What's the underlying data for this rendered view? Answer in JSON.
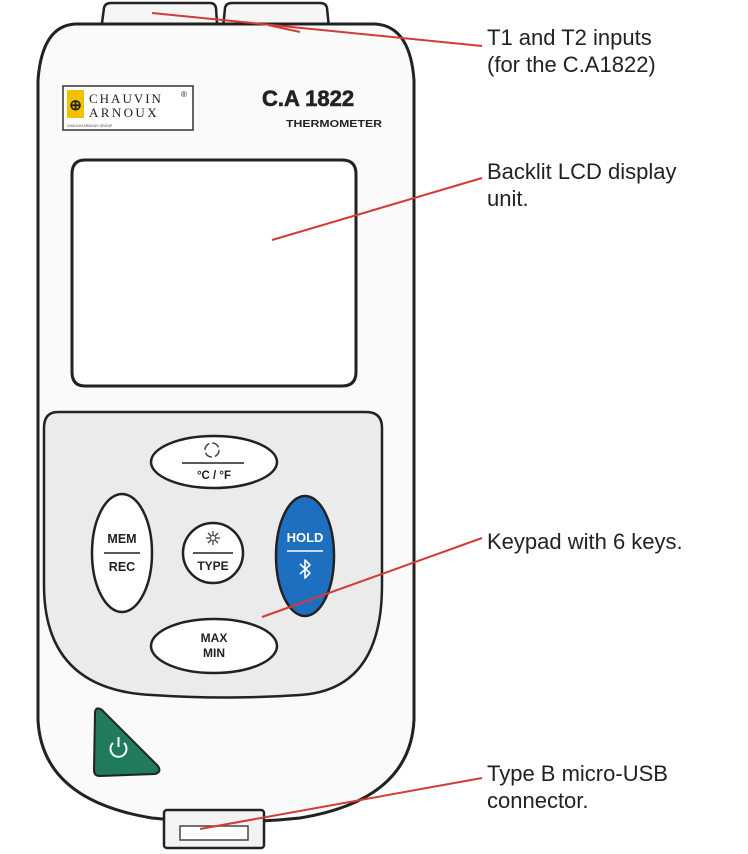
{
  "device": {
    "brand_line1": "CHAUVIN",
    "brand_line2": "ARNOUX",
    "brand_tagline": "CHAUVIN ARNOUX GROUP",
    "registered_mark": "®",
    "model": "C.A 1822",
    "model_sub": "THERMOMETER"
  },
  "keys": {
    "unit": "°C / °F",
    "mem": "MEM",
    "rec": "REC",
    "type": "TYPE",
    "hold": "HOLD",
    "max": "MAX",
    "min": "MIN",
    "light_icon": "backlight-sun-icon",
    "bluetooth_icon": "bluetooth-icon",
    "power_icon": "power-icon",
    "auto_icon": "auto-off-circle-icon"
  },
  "callouts": {
    "inputs_line1": "T1 and T2 inputs",
    "inputs_line2": "(for the C.A1822)",
    "lcd_line1": "Backlit LCD display",
    "lcd_line2": "unit.",
    "keypad": "Keypad with 6 keys.",
    "usb_line1": "Type B micro-USB",
    "usb_line2": "connector."
  },
  "colors": {
    "leader_line": "#d33a3a",
    "hold_key": "#1f6fc0",
    "power_key": "#1f7a5e",
    "logo_yellow": "#f2c200",
    "outline": "#222222"
  }
}
